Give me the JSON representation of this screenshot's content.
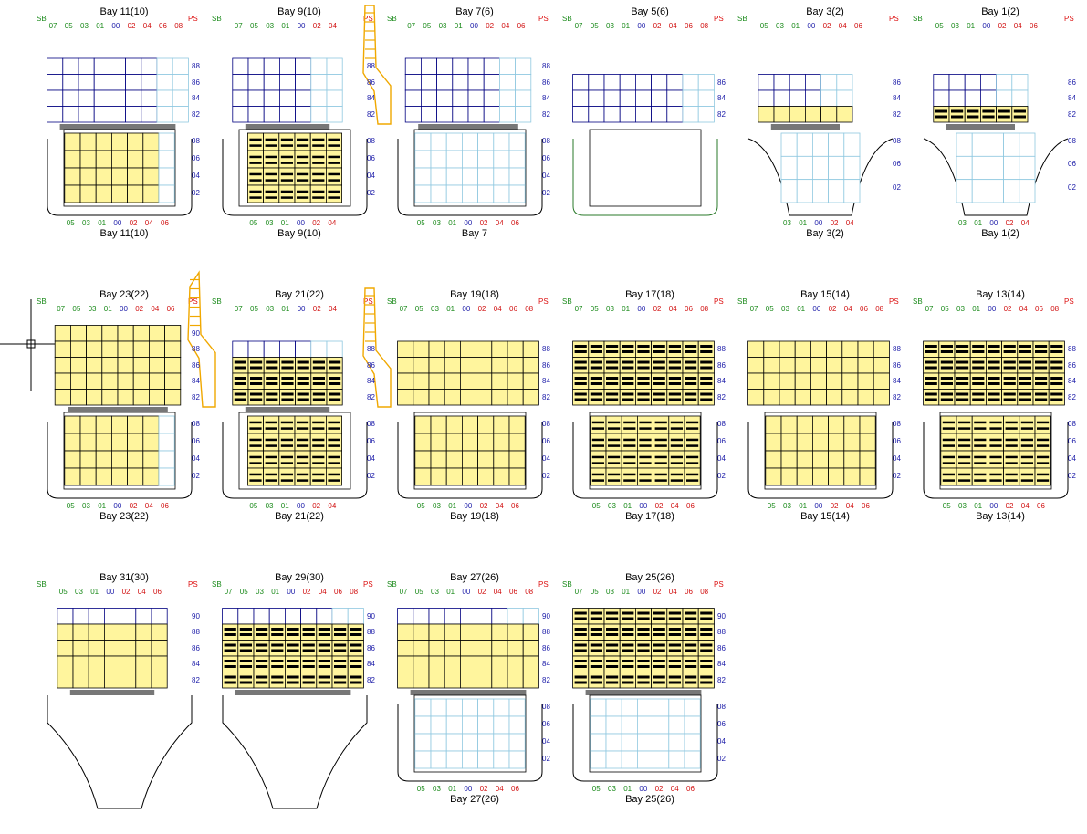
{
  "colors": {
    "row_green": "#1a8a1a",
    "row_blue": "#1a1aa8",
    "row_red": "#d11111",
    "grid": "#000080",
    "grid_light": "#8fc8e0",
    "container": "#fff59d",
    "hatch_cover": "#777777",
    "crane": "#f0a800",
    "hull": "#000000",
    "hull_alt": "#2a7a2a"
  },
  "icons": {
    "crosshair": "crosshair-icon",
    "crane": "crane-icon"
  },
  "bays": [
    {
      "id": "b11",
      "title": "Bay 11(10)",
      "bottom": "Bay 11(10)",
      "sb": "SB",
      "ps": "PS",
      "top_rows": [
        "07",
        "05",
        "03",
        "01",
        "00",
        "02",
        "04",
        "06",
        "08"
      ],
      "bot_rows": [
        "05",
        "03",
        "01",
        "00",
        "02",
        "04",
        "06"
      ],
      "deck_tiers": [
        "88",
        "86",
        "84",
        "82"
      ],
      "hold_tiers": [
        "08",
        "06",
        "04",
        "02"
      ],
      "deck_fill": 0,
      "hold_fill": 0.86,
      "hatch_cover": true,
      "hull": "box",
      "crane": false,
      "lashed": false
    },
    {
      "id": "b9",
      "title": "Bay 9(10)",
      "bottom": "Bay 9(10)",
      "sb": "SB",
      "ps": "PS",
      "top_rows": [
        "07",
        "05",
        "03",
        "01",
        "00",
        "02",
        "04"
      ],
      "bot_rows": [
        "05",
        "03",
        "01",
        "00",
        "02",
        "04"
      ],
      "deck_tiers": [
        "88",
        "86",
        "84",
        "82"
      ],
      "hold_tiers": [
        "08",
        "06",
        "04",
        "02"
      ],
      "deck_fill": 0,
      "hold_fill": 1,
      "hatch_cover": true,
      "hull": "box",
      "crane": true,
      "lashed": true
    },
    {
      "id": "b7",
      "title": "Bay 7(6)",
      "bottom": "Bay 7",
      "sb": "SB",
      "ps": "PS",
      "top_rows": [
        "07",
        "05",
        "03",
        "01",
        "00",
        "02",
        "04",
        "06"
      ],
      "bot_rows": [
        "05",
        "03",
        "01",
        "00",
        "02",
        "04",
        "06"
      ],
      "deck_tiers": [
        "88",
        "86",
        "84",
        "82"
      ],
      "hold_tiers": [
        "08",
        "06",
        "04",
        "02"
      ],
      "deck_fill": 0,
      "hold_fill": 0,
      "hatch_cover": true,
      "hull": "box",
      "crane": false,
      "lashed": false
    },
    {
      "id": "b5",
      "title": "Bay 5(6)",
      "bottom": "",
      "sb": "SB",
      "ps": "PS",
      "top_rows": [
        "07",
        "05",
        "03",
        "01",
        "00",
        "02",
        "04",
        "06",
        "08"
      ],
      "bot_rows": [],
      "deck_tiers": [
        "86",
        "84",
        "82"
      ],
      "hold_tiers": [],
      "deck_fill": 0,
      "hold_fill": 0,
      "hatch_cover": false,
      "hull": "open",
      "crane": false,
      "lashed": false
    },
    {
      "id": "b3",
      "title": "Bay 3(2)",
      "bottom": "Bay 3(2)",
      "sb": "SB",
      "ps": "PS",
      "top_rows": [
        "05",
        "03",
        "01",
        "00",
        "02",
        "04",
        "06"
      ],
      "bot_rows": [
        "03",
        "01",
        "00",
        "02",
        "04"
      ],
      "deck_tiers": [
        "86",
        "84",
        "82"
      ],
      "hold_tiers": [
        "08",
        "06",
        "02"
      ],
      "deck_fill": 0.25,
      "hold_fill": 0,
      "hatch_cover": true,
      "hull": "bow",
      "crane": false,
      "lashed": false
    },
    {
      "id": "b1",
      "title": "Bay 1(2)",
      "bottom": "Bay 1(2)",
      "sb": "SB",
      "ps": "PS",
      "top_rows": [
        "05",
        "03",
        "01",
        "00",
        "02",
        "04",
        "06"
      ],
      "bot_rows": [
        "03",
        "01",
        "00",
        "02",
        "04"
      ],
      "deck_tiers": [
        "86",
        "84",
        "82"
      ],
      "hold_tiers": [
        "08",
        "06",
        "02"
      ],
      "deck_fill": 0.25,
      "hold_fill": 0,
      "hatch_cover": true,
      "hull": "bow",
      "crane": false,
      "lashed": true
    },
    {
      "id": "b23",
      "title": "Bay 23(22)",
      "bottom": "Bay 23(22)",
      "sb": "SB",
      "ps": "PS",
      "top_rows": [
        "07",
        "05",
        "03",
        "01",
        "00",
        "02",
        "04",
        "06"
      ],
      "bot_rows": [
        "05",
        "03",
        "01",
        "00",
        "02",
        "04",
        "06"
      ],
      "deck_tiers": [
        "90",
        "88",
        "86",
        "84",
        "82"
      ],
      "hold_tiers": [
        "08",
        "06",
        "04",
        "02"
      ],
      "deck_fill": 1,
      "hold_fill": 0.86,
      "hatch_cover": true,
      "hull": "box",
      "crane": true,
      "lashed": false
    },
    {
      "id": "b21",
      "title": "Bay 21(22)",
      "bottom": "Bay 21(22)",
      "sb": "SB",
      "ps": "PS",
      "top_rows": [
        "07",
        "05",
        "03",
        "01",
        "00",
        "02",
        "04"
      ],
      "bot_rows": [
        "05",
        "03",
        "01",
        "00",
        "02",
        "04"
      ],
      "deck_tiers": [
        "88",
        "86",
        "84",
        "82"
      ],
      "hold_tiers": [
        "08",
        "06",
        "04",
        "02"
      ],
      "deck_fill": 0.85,
      "hold_fill": 1,
      "hatch_cover": true,
      "hull": "box",
      "crane": true,
      "lashed": true
    },
    {
      "id": "b19",
      "title": "Bay 19(18)",
      "bottom": "Bay 19(18)",
      "sb": "SB",
      "ps": "PS",
      "top_rows": [
        "07",
        "05",
        "03",
        "01",
        "00",
        "02",
        "04",
        "06",
        "08"
      ],
      "bot_rows": [
        "05",
        "03",
        "01",
        "00",
        "02",
        "04",
        "06"
      ],
      "deck_tiers": [
        "88",
        "86",
        "84",
        "82"
      ],
      "hold_tiers": [
        "08",
        "06",
        "04",
        "02"
      ],
      "deck_fill": 1,
      "hold_fill": 1,
      "hatch_cover": false,
      "hull": "box",
      "crane": false,
      "lashed": false
    },
    {
      "id": "b17",
      "title": "Bay 17(18)",
      "bottom": "Bay 17(18)",
      "sb": "SB",
      "ps": "PS",
      "top_rows": [
        "07",
        "05",
        "03",
        "01",
        "00",
        "02",
        "04",
        "06",
        "08"
      ],
      "bot_rows": [
        "05",
        "03",
        "01",
        "00",
        "02",
        "04",
        "06"
      ],
      "deck_tiers": [
        "88",
        "86",
        "84",
        "82"
      ],
      "hold_tiers": [
        "08",
        "06",
        "04",
        "02"
      ],
      "deck_fill": 1,
      "hold_fill": 1,
      "hatch_cover": false,
      "hull": "box",
      "crane": false,
      "lashed": true
    },
    {
      "id": "b15",
      "title": "Bay 15(14)",
      "bottom": "Bay 15(14)",
      "sb": "SB",
      "ps": "PS",
      "top_rows": [
        "07",
        "05",
        "03",
        "01",
        "00",
        "02",
        "04",
        "06",
        "08"
      ],
      "bot_rows": [
        "05",
        "03",
        "01",
        "00",
        "02",
        "04",
        "06"
      ],
      "deck_tiers": [
        "88",
        "86",
        "84",
        "82"
      ],
      "hold_tiers": [
        "08",
        "06",
        "04",
        "02"
      ],
      "deck_fill": 1,
      "hold_fill": 1,
      "hatch_cover": false,
      "hull": "box",
      "crane": false,
      "lashed": false
    },
    {
      "id": "b13",
      "title": "Bay 13(14)",
      "bottom": "Bay 13(14)",
      "sb": "SB",
      "ps": "PS",
      "top_rows": [
        "07",
        "05",
        "03",
        "01",
        "00",
        "02",
        "04",
        "06",
        "08"
      ],
      "bot_rows": [
        "05",
        "03",
        "01",
        "00",
        "02",
        "04",
        "06"
      ],
      "deck_tiers": [
        "88",
        "86",
        "84",
        "82"
      ],
      "hold_tiers": [
        "08",
        "06",
        "04",
        "02"
      ],
      "deck_fill": 1,
      "hold_fill": 1,
      "hatch_cover": false,
      "hull": "box",
      "crane": false,
      "lashed": true
    },
    {
      "id": "b31",
      "title": "Bay 31(30)",
      "bottom": "",
      "sb": "SB",
      "ps": "PS",
      "top_rows": [
        "05",
        "03",
        "01",
        "00",
        "02",
        "04",
        "06"
      ],
      "bot_rows": [],
      "deck_tiers": [
        "90",
        "88",
        "86",
        "84",
        "82"
      ],
      "hold_tiers": [],
      "deck_fill": 0.8,
      "hold_fill": 0,
      "hatch_cover": true,
      "hull": "stern",
      "crane": false,
      "lashed": false
    },
    {
      "id": "b29",
      "title": "Bay 29(30)",
      "bottom": "",
      "sb": "SB",
      "ps": "PS",
      "top_rows": [
        "07",
        "05",
        "03",
        "01",
        "00",
        "02",
        "04",
        "06",
        "08"
      ],
      "bot_rows": [],
      "deck_tiers": [
        "90",
        "88",
        "86",
        "84",
        "82"
      ],
      "hold_tiers": [],
      "deck_fill": 0.85,
      "hold_fill": 0,
      "hatch_cover": true,
      "hull": "stern2",
      "crane": false,
      "lashed": true
    },
    {
      "id": "b27",
      "title": "Bay 27(26)",
      "bottom": "Bay 27(26)",
      "sb": "SB",
      "ps": "PS",
      "top_rows": [
        "07",
        "05",
        "03",
        "01",
        "00",
        "02",
        "04",
        "06",
        "08"
      ],
      "bot_rows": [
        "05",
        "03",
        "01",
        "00",
        "02",
        "04",
        "06"
      ],
      "deck_tiers": [
        "90",
        "88",
        "86",
        "84",
        "82"
      ],
      "hold_tiers": [
        "08",
        "06",
        "04",
        "02"
      ],
      "deck_fill": 0.85,
      "hold_fill": 0,
      "hatch_cover": true,
      "hull": "box",
      "crane": false,
      "lashed": false
    },
    {
      "id": "b25",
      "title": "Bay 25(26)",
      "bottom": "Bay 25(26)",
      "sb": "SB",
      "ps": "PS",
      "top_rows": [
        "07",
        "05",
        "03",
        "01",
        "00",
        "02",
        "04",
        "06",
        "08"
      ],
      "bot_rows": [
        "05",
        "03",
        "01",
        "00",
        "02",
        "04",
        "06"
      ],
      "deck_tiers": [
        "90",
        "88",
        "86",
        "84",
        "82"
      ],
      "hold_tiers": [
        "08",
        "06",
        "04",
        "02"
      ],
      "deck_fill": 1,
      "hold_fill": 0,
      "hatch_cover": true,
      "hull": "box",
      "crane": false,
      "lashed": true
    }
  ]
}
